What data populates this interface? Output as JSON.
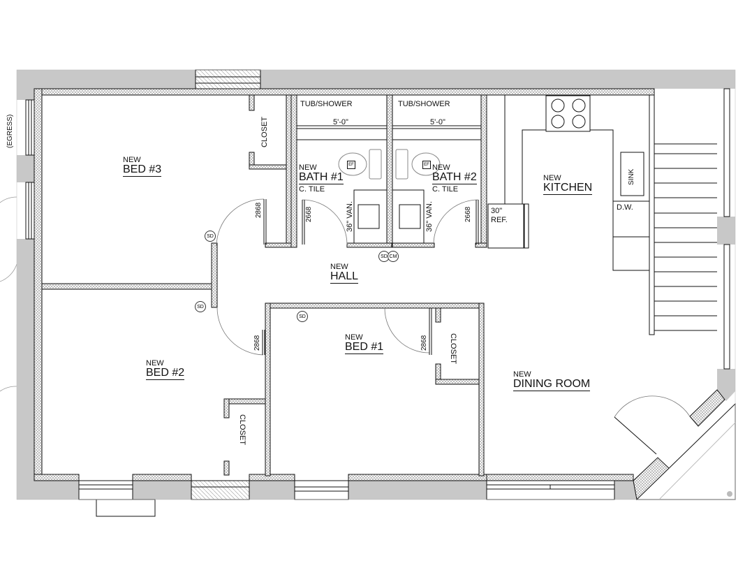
{
  "plan": {
    "rooms": [
      {
        "id": "bed3",
        "prefix": "NEW",
        "name": "BED #3"
      },
      {
        "id": "bath1",
        "prefix": "NEW",
        "name": "BATH #1",
        "finish": "C. TILE"
      },
      {
        "id": "bath2",
        "prefix": "NEW",
        "name": "BATH #2",
        "finish": "C. TILE"
      },
      {
        "id": "kitchen",
        "prefix": "NEW",
        "name": "KITCHEN"
      },
      {
        "id": "hall",
        "prefix": "NEW",
        "name": "HALL"
      },
      {
        "id": "bed2",
        "prefix": "NEW",
        "name": "BED #2"
      },
      {
        "id": "bed1",
        "prefix": "NEW",
        "name": "BED #1"
      },
      {
        "id": "dining",
        "prefix": "NEW",
        "name": "DINING ROOM"
      }
    ],
    "closets": [
      "CLOSET",
      "CLOSET",
      "CLOSET"
    ],
    "fixtures": {
      "tub1": "TUB/SHOWER",
      "tub2": "TUB/SHOWER",
      "tub1_dim": "5'-0\"",
      "tub2_dim": "5'-0\"",
      "vanity1": "36\" VAN.",
      "vanity2": "36\" VAN.",
      "exhaust_fan": "EF",
      "refrigerator": "30\"\nREF.",
      "ref_line1": "30\"",
      "ref_line2": "REF.",
      "sink": "SINK",
      "dishwasher": "D.W."
    },
    "doors": {
      "bed3": "2868",
      "bath1": "2668",
      "bath2": "2668",
      "bed2": "2868",
      "bed1": "2868"
    },
    "symbols": {
      "smoke_detector": "SD",
      "co_monitor": "CM"
    },
    "window_note": "(EGRESS)"
  },
  "colors": {
    "exterior_wall": "#c8c8c8",
    "line": "#111111",
    "hatch": "#9a9a9a"
  }
}
